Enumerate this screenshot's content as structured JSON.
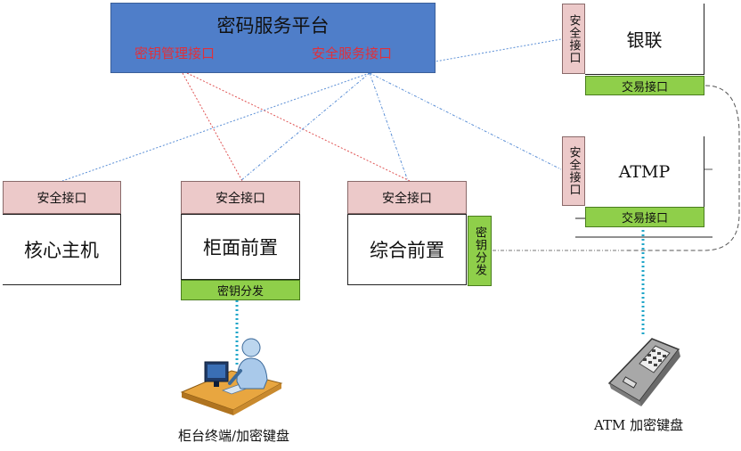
{
  "platform": {
    "title": "密码服务平台",
    "key_mgmt_interface": "密钥管理接口",
    "security_service_interface": "安全服务接口",
    "fill": "#4f7ec9",
    "accent_text": "#e0303a"
  },
  "nodes": {
    "unionpay": {
      "name": "银联",
      "side_interface": "安全接口",
      "bottom_interface": "交易接口"
    },
    "atmp": {
      "name": "ATMP",
      "side_interface": "安全接口",
      "bottom_interface": "交易接口"
    },
    "core_host": {
      "name": "核心主机",
      "top_interface": "安全接口"
    },
    "counter_front": {
      "name": "柜面前置",
      "top_interface": "安全接口",
      "bottom_interface": "密钥分发"
    },
    "integrated_front": {
      "name": "综合前置",
      "top_interface": "安全接口",
      "side_interface": "密钥分发"
    }
  },
  "devices": {
    "teller": {
      "caption": "柜台终端/加密键盘",
      "icon": "teller-workstation-icon"
    },
    "atm_pinpad": {
      "caption": "ATM 加密键盘",
      "icon": "encrypted-keypad-icon"
    }
  },
  "colors": {
    "interface_pink": "#ecc9c9",
    "interface_green": "#8fcf4a",
    "red_link": "#e05555",
    "blue_link": "#5b8fd6",
    "cyan_link": "#21a6c9"
  }
}
